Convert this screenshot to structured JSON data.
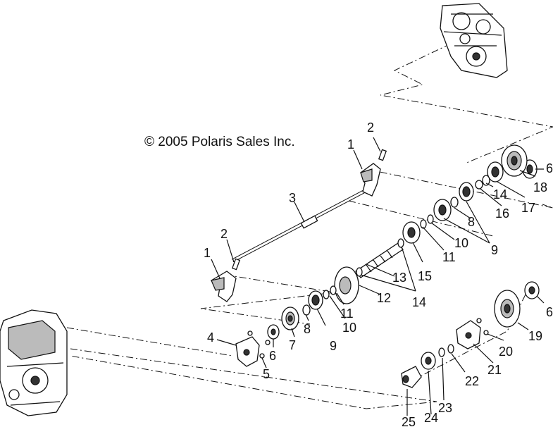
{
  "copyright": "© 2005 Polaris Sales Inc.",
  "callouts": [
    "1",
    "2",
    "3",
    "2",
    "1",
    "4",
    "5",
    "6",
    "7",
    "8",
    "9",
    "10",
    "11",
    "12",
    "13",
    "14",
    "15",
    "11",
    "10",
    "8",
    "9",
    "14",
    "16",
    "17",
    "18",
    "6",
    "19",
    "20",
    "21",
    "22",
    "23",
    "24",
    "25",
    "6"
  ]
}
